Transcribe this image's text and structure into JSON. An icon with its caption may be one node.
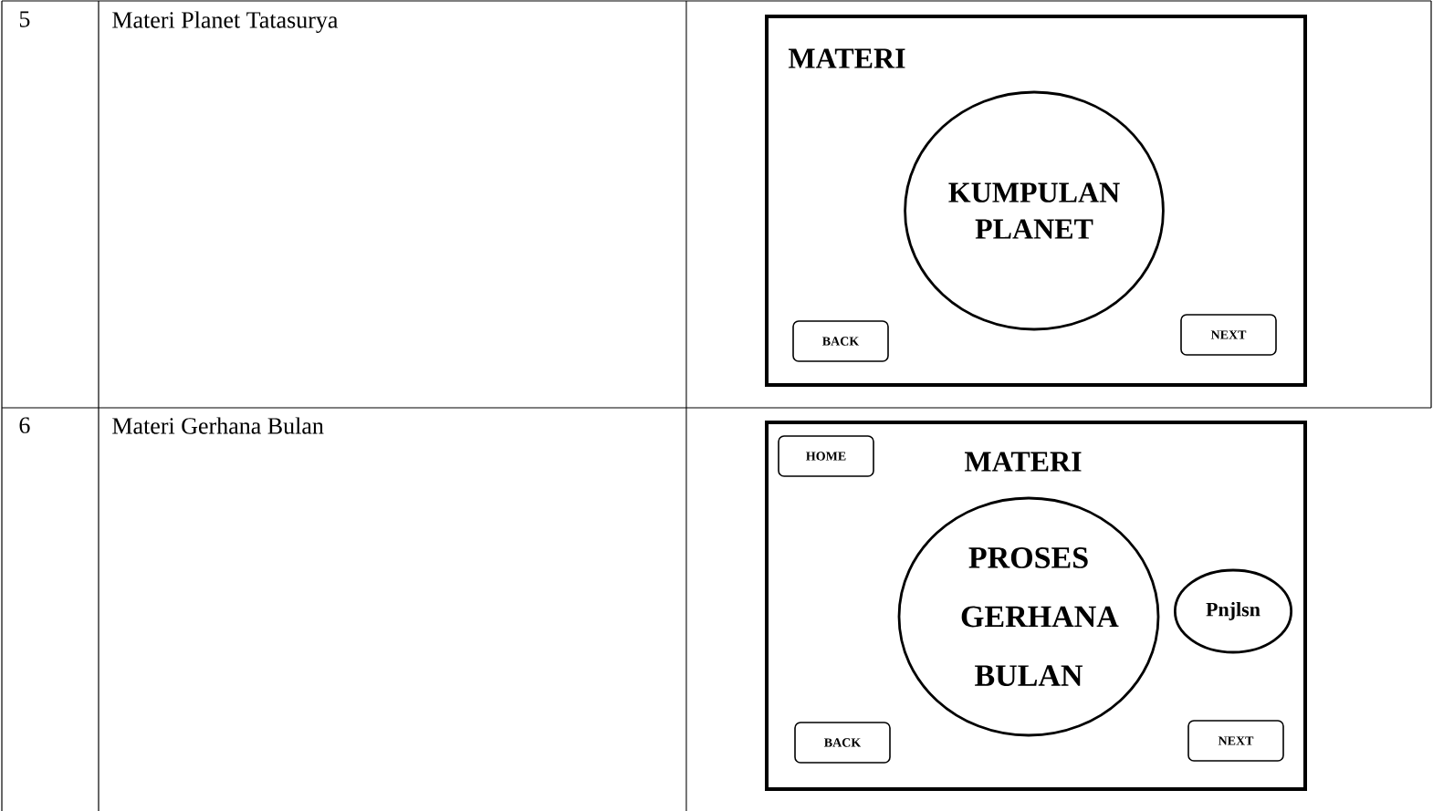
{
  "diagram": {
    "nodes": [
      {
        "text": [
          "MATERI"
        ]
      },
      {
        "text": [
          "KUMPULAN PLANET"
        ],
        "in": 0
      },
      {
        "text": [
          "BACK"
        ],
        "in": 0
      },
      {
        "text": [
          "NEXT"
        ],
        "in": 0
      },
      {
        "text": [
          "MATERI"
        ]
      },
      {
        "text": [
          "HOME"
        ],
        "in": 4
      },
      {
        "text": [
          "PROSES GERHANA BULAN"
        ],
        "in": 4
      },
      {
        "text": [
          "Pnjlsn"
        ],
        "in": 4
      },
      {
        "text": [
          "BACK"
        ],
        "in": 4
      },
      {
        "text": [
          "NEXT"
        ],
        "in": 4
      }
    ],
    "labels": [
      "5",
      "Materi Planet Tatasurya",
      "6",
      "Materi Gerhana Bulan"
    ]
  }
}
